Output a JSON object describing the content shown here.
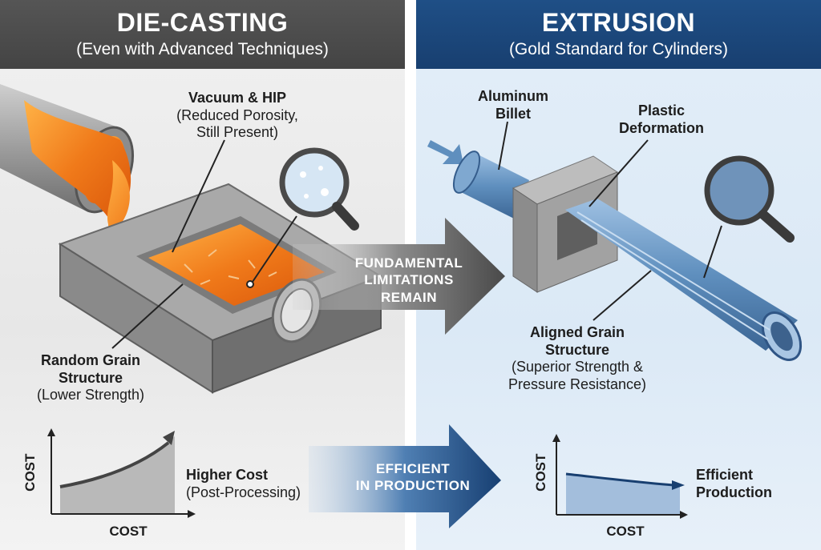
{
  "left": {
    "title": "DIE-CASTING",
    "subtitle": "(Even with Advanced Techniques)",
    "vacuum_title": "Vacuum & HIP",
    "vacuum_line1": "(Reduced Porosity,",
    "vacuum_line2": "Still Present)",
    "grain_title1": "Random Grain",
    "grain_title2": "Structure",
    "grain_note": "(Lower Strength)",
    "cost_title": "Higher Cost",
    "cost_note": "(Post-Processing)",
    "axis_y": "COST",
    "axis_x": "COST"
  },
  "right": {
    "title": "EXTRUSION",
    "subtitle": "(Gold Standard for Cylinders)",
    "billet_line1": "Aluminum",
    "billet_line2": "Billet",
    "plastic_line1": "Plastic",
    "plastic_line2": "Deformation",
    "grain_title1": "Aligned Grain",
    "grain_title2": "Structure",
    "grain_note1": "(Superior Strength &",
    "grain_note2": "Pressure Resistance)",
    "prod_line1": "Efficient",
    "prod_line2": "Production",
    "axis_y": "COST",
    "axis_x": "COST"
  },
  "middle_arrow": {
    "line1": "FUNDAMENTAL",
    "line2": "LIMITATIONS",
    "line3": "REMAIN"
  },
  "bottom_arrow": {
    "line1": "EFFICIENT",
    "line2": "IN PRODUCTION"
  },
  "colors": {
    "left_header": "#444444",
    "right_header": "#1a4375",
    "molten": "#f07a1a",
    "billet": "#5f8fbe"
  }
}
